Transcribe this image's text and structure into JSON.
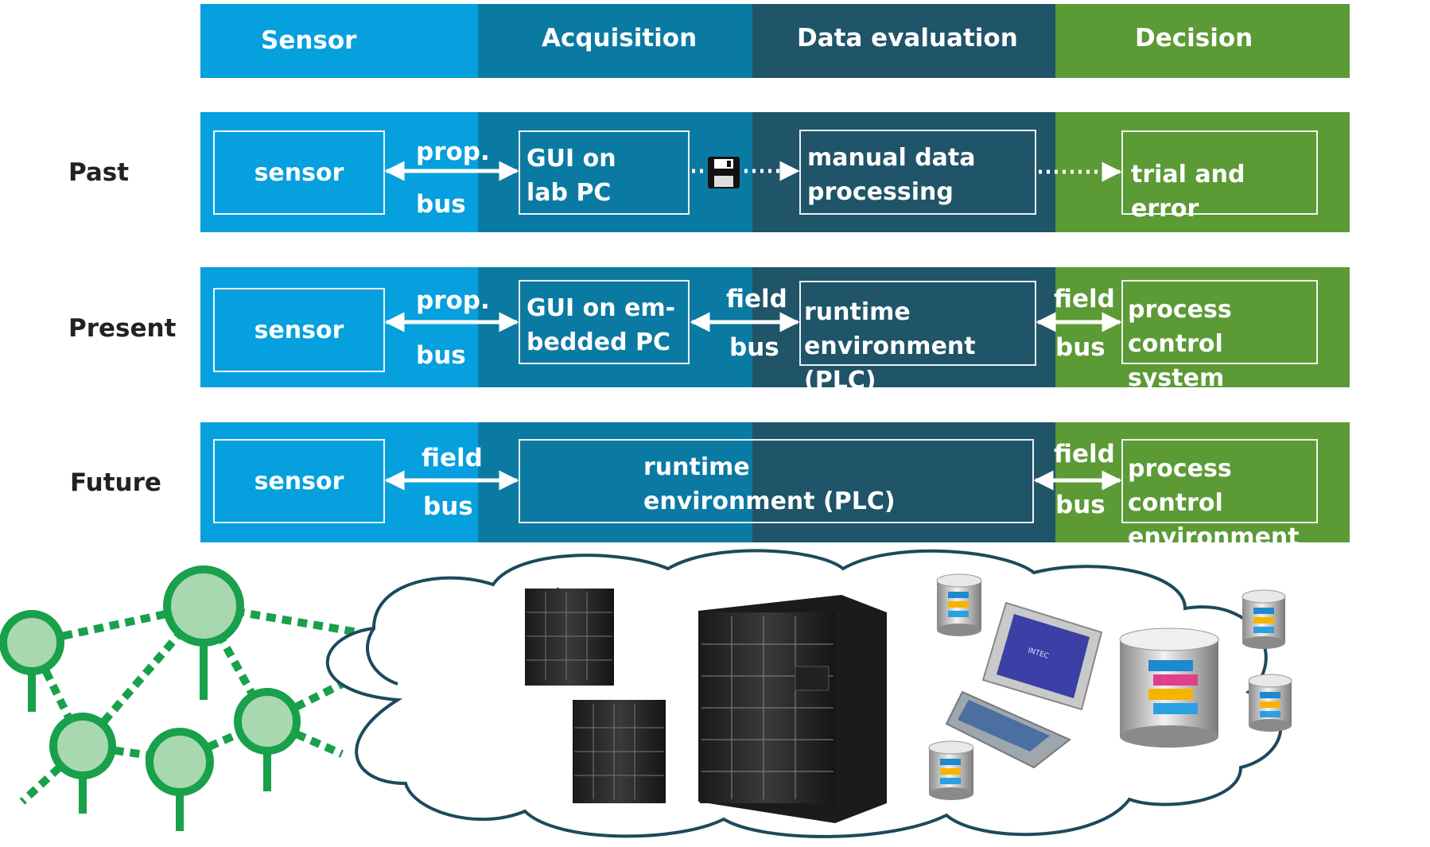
{
  "header": {
    "columns": [
      "Sensor",
      "Acquisition",
      "Data evaluation",
      "Decision"
    ]
  },
  "colors": {
    "sensor": "#05a0dd",
    "acquisition": "#0a7aa2",
    "evaluation": "#1f5469",
    "decision": "#5b9a35",
    "iot_green": "#18a04a",
    "cloud_outline": "#1c4a5c"
  },
  "rows": {
    "past": {
      "label": "Past",
      "sensor": "sensor",
      "link1_top": "prop.",
      "link1_bottom": "bus",
      "acq_line1": "GUI on",
      "acq_line2": "lab PC",
      "eval_line1": "manual data",
      "eval_line2": "processing",
      "decision": "trial and error"
    },
    "present": {
      "label": "Present",
      "sensor": "sensor",
      "link1_top": "prop.",
      "link1_bottom": "bus",
      "acq_line1": "GUI on em-",
      "acq_line2": "bedded PC",
      "link2_top": "field",
      "link2_bottom": "bus",
      "eval_line1": "runtime",
      "eval_line2": "environment (PLC)",
      "link3_top": "field",
      "link3_bottom": "bus",
      "decision_line1": "process control",
      "decision_line2": "system"
    },
    "future": {
      "label": "Future",
      "sensor": "sensor",
      "link1_top": "field",
      "link1_bottom": "bus",
      "runtime_line1": "runtime",
      "runtime_line2": "environment (PLC)",
      "link3_top": "field",
      "link3_bottom": "bus",
      "decision_line1": "process control",
      "decision_line2": "environment"
    }
  },
  "illustration": {
    "icons": [
      "sensor-network-icon",
      "cloud-icon",
      "server-rack-icon",
      "database-icon",
      "workstation-icon",
      "floppy-disk-icon"
    ],
    "monitor_text": "INTEC"
  }
}
